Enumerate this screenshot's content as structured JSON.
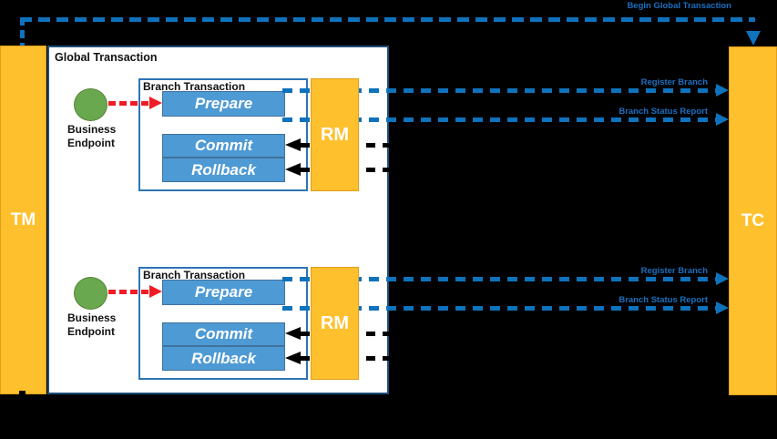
{
  "top_arrow": {
    "label": "Begin Global Transaction"
  },
  "actors": {
    "tm": "TM",
    "tc": "TC"
  },
  "global_box": {
    "title": "Global Transaction"
  },
  "branches": [
    {
      "title": "Branch Transaction",
      "endpoint_label": "Business Endpoint",
      "steps": {
        "prepare": "Prepare",
        "commit": "Commit",
        "rollback": "Rollback"
      },
      "rm_label": "RM",
      "messages": {
        "register": "Register Branch",
        "status_report": "Branch Status Report"
      }
    },
    {
      "title": "Branch Transaction",
      "endpoint_label": "Business Endpoint",
      "steps": {
        "prepare": "Prepare",
        "commit": "Commit",
        "rollback": "Rollback"
      },
      "rm_label": "RM",
      "messages": {
        "register": "Register Branch",
        "status_report": "Branch Status Report"
      }
    }
  ],
  "colors": {
    "background_black": "#000000",
    "bar_orange": "#FFC02E",
    "bar_orange_border": "#E09E1A",
    "step_blue": "#4E9AD4",
    "step_blue_border": "#41719C",
    "dash_blue": "#0E72BC",
    "label_blue": "#1B6FC0",
    "branch_border": "#2E74B5",
    "global_border": "#1F4E79",
    "endpoint_green": "#6AA84F",
    "endpoint_green_border": "#538235",
    "arrow_red": "#EE1C25"
  }
}
